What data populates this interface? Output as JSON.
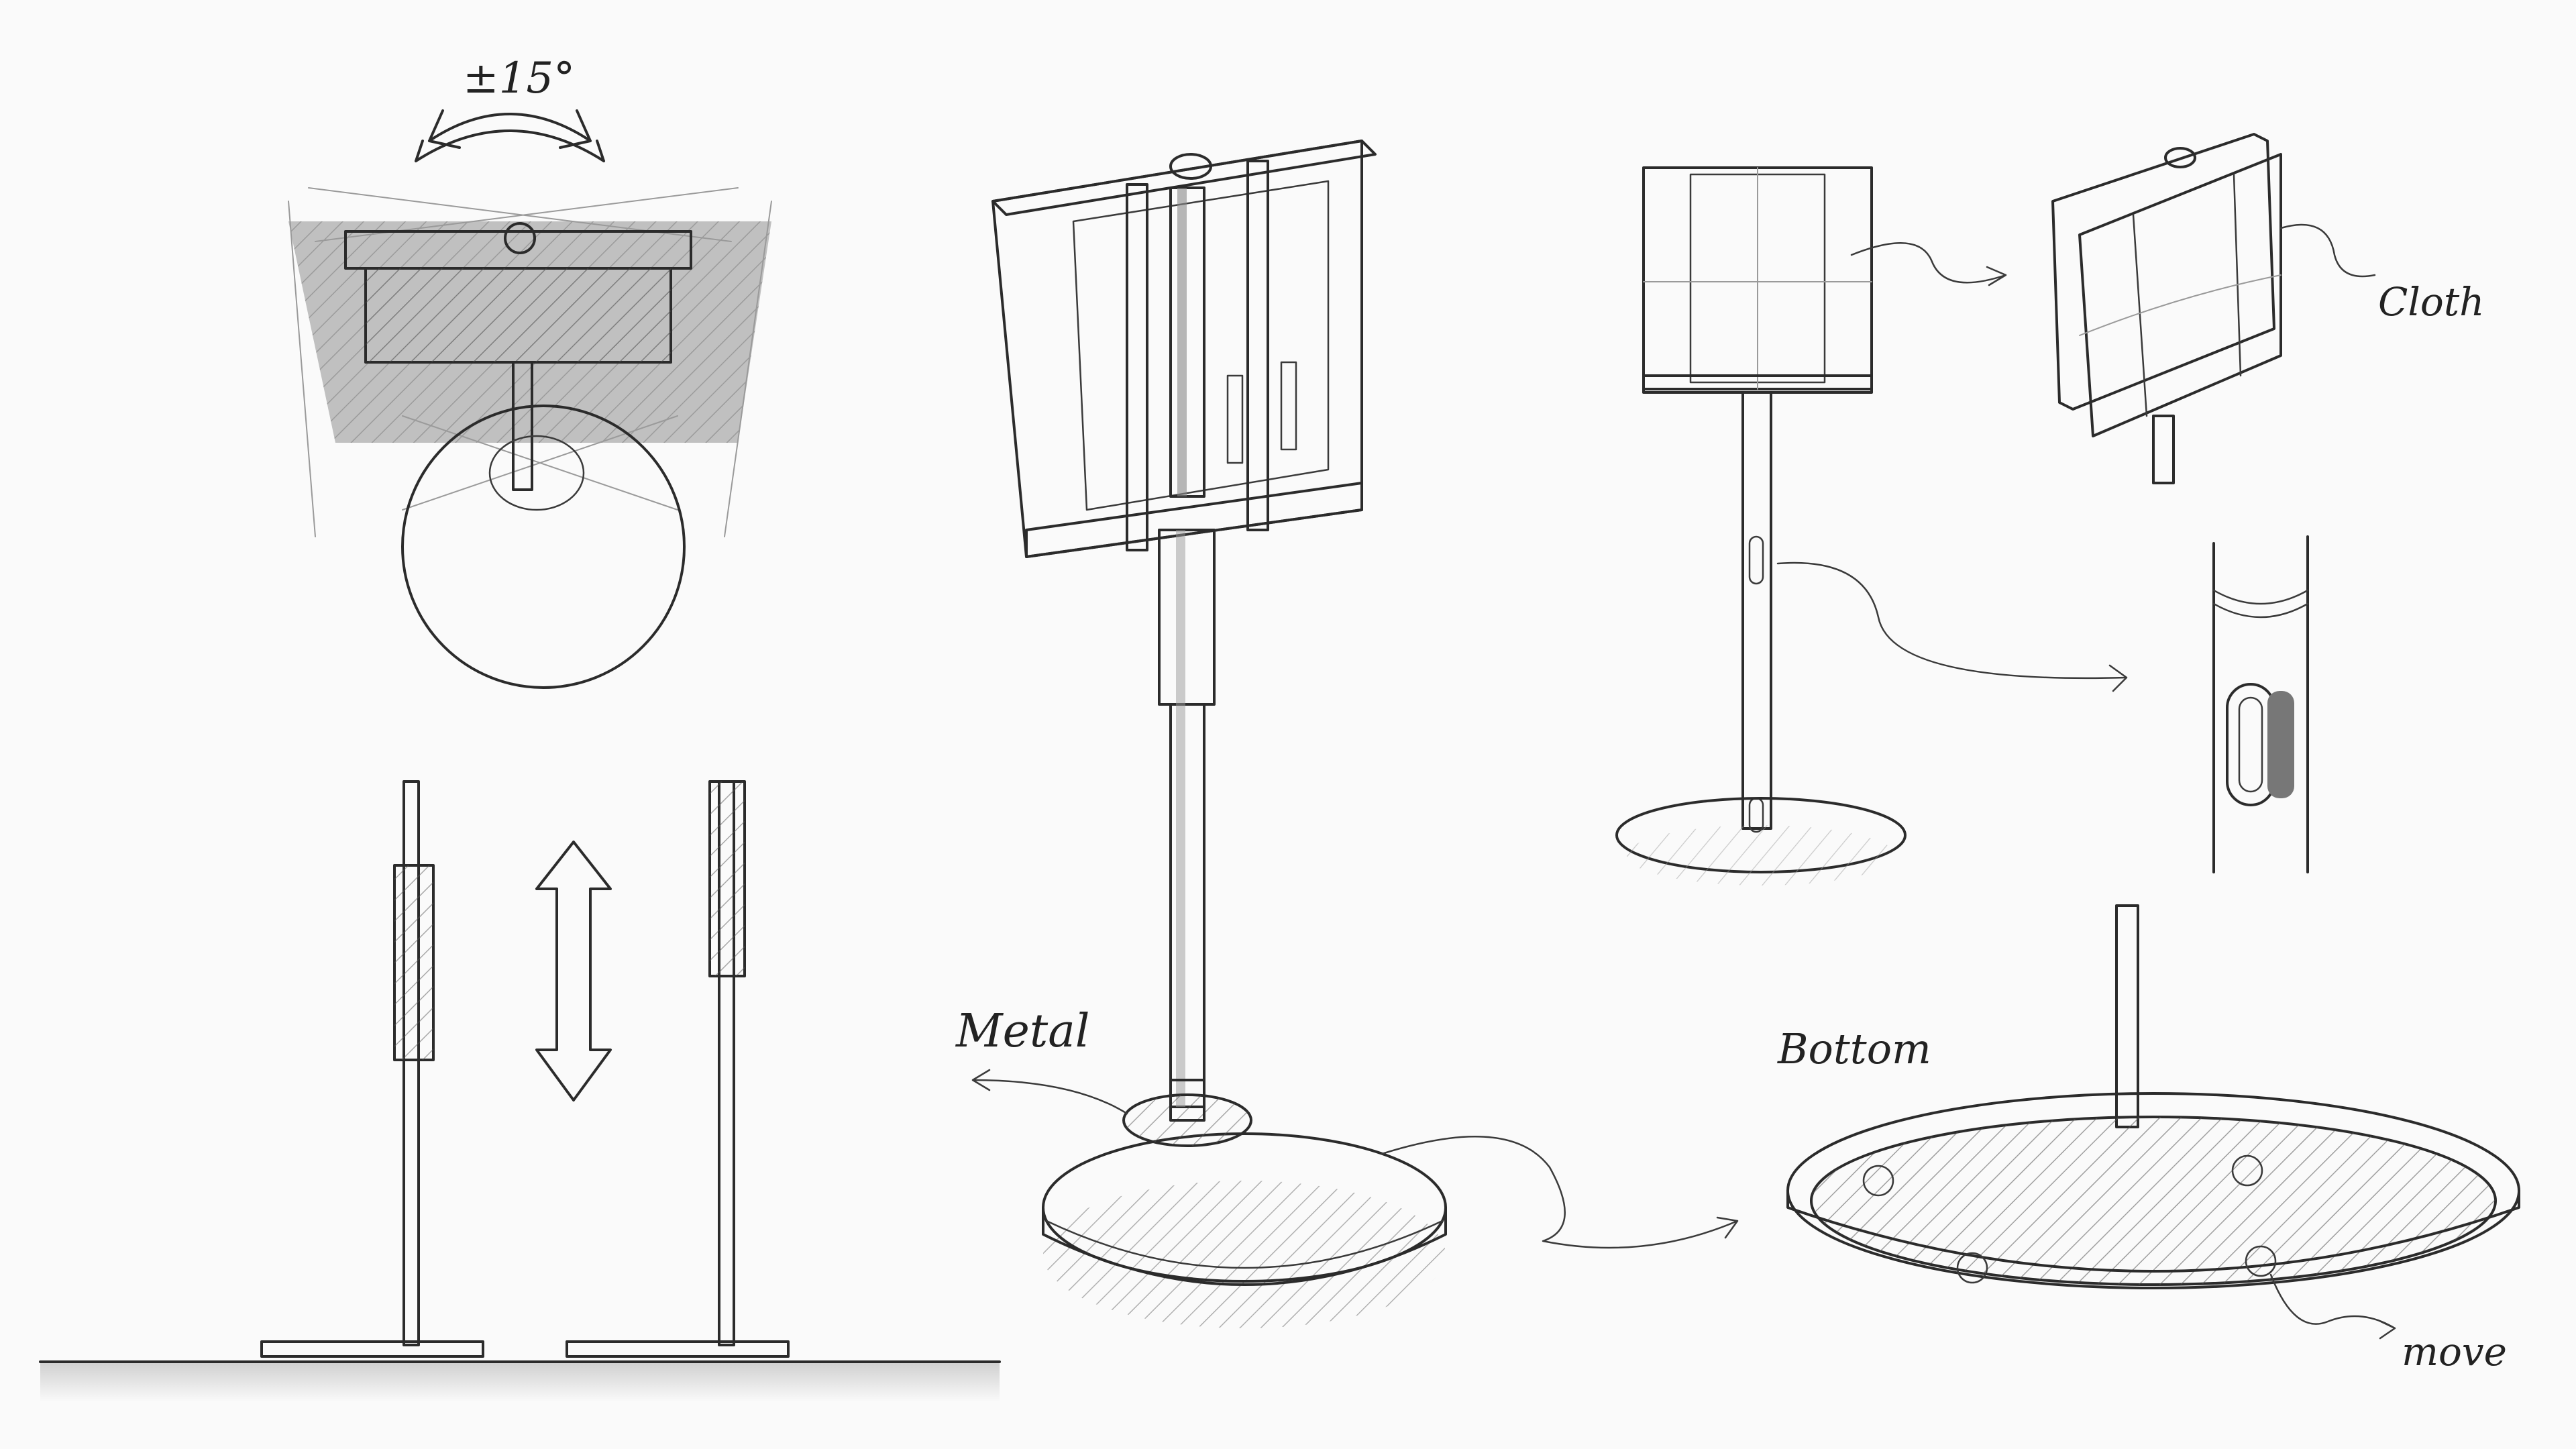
{
  "labels": {
    "tilt": "±15°",
    "metal": "Metal",
    "bottom": "Bottom",
    "cloth": "Cloth",
    "move": "move"
  },
  "colors": {
    "paper": "#fafafa",
    "ink": "#2b2b2b",
    "shade": "#8f8f8f"
  },
  "icons": [
    "rotate-arrow-icon",
    "up-down-arrow-icon",
    "leader-arrow-icon"
  ]
}
